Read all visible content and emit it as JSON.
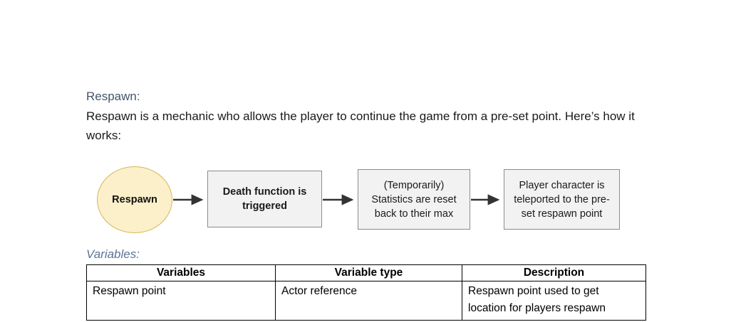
{
  "document": {
    "heading": "Respawn:",
    "paragraph": "Respawn is a mechanic who allows the player to continue the game from a pre-set point. Here’s how it works:"
  },
  "flowchart": {
    "orientation": "left-to-right",
    "nodes": [
      {
        "id": "start",
        "shape": "ellipse",
        "label": "Respawn",
        "fill": "#fbf0c9",
        "stroke": "#d6b656",
        "bold": true
      },
      {
        "id": "step1",
        "shape": "rectangle",
        "label": "Death function is\ntriggered",
        "fill": "#f2f2f2",
        "stroke": "#8c8c8c",
        "bold": true
      },
      {
        "id": "step2",
        "shape": "rectangle",
        "label": "(Temporarily)\nStatistics are reset\nback to their max",
        "fill": "#f2f2f2",
        "stroke": "#8c8c8c",
        "bold": false
      },
      {
        "id": "step3",
        "shape": "rectangle",
        "label": "Player character is\nteleported to the pre-\nset respawn point",
        "fill": "#f2f2f2",
        "stroke": "#8c8c8c",
        "bold": false
      }
    ],
    "connectors": [
      {
        "from": "start",
        "to": "step1",
        "style": "solid-arrow",
        "color": "#333333"
      },
      {
        "from": "step1",
        "to": "step2",
        "style": "solid-arrow",
        "color": "#333333"
      },
      {
        "from": "step2",
        "to": "step3",
        "style": "solid-arrow",
        "color": "#333333"
      }
    ]
  },
  "variables": {
    "label": "Variables:",
    "table": {
      "headers": [
        "Variables",
        "Variable type",
        "Description"
      ],
      "rows": [
        {
          "variable": "Respawn point",
          "type": "Actor reference",
          "description": "Respawn point used to get\nlocation for players respawn"
        }
      ]
    }
  },
  "colors": {
    "heading": "#44546a",
    "variables_label": "#5b7394",
    "body_text": "#1a1a1a",
    "node_yellow_fill": "#fbf0c9",
    "node_yellow_stroke": "#d6b656",
    "node_gray_fill": "#f2f2f2",
    "node_gray_stroke": "#8c8c8c",
    "arrow": "#333333",
    "table_border": "#000000",
    "page_background": "#ffffff"
  }
}
